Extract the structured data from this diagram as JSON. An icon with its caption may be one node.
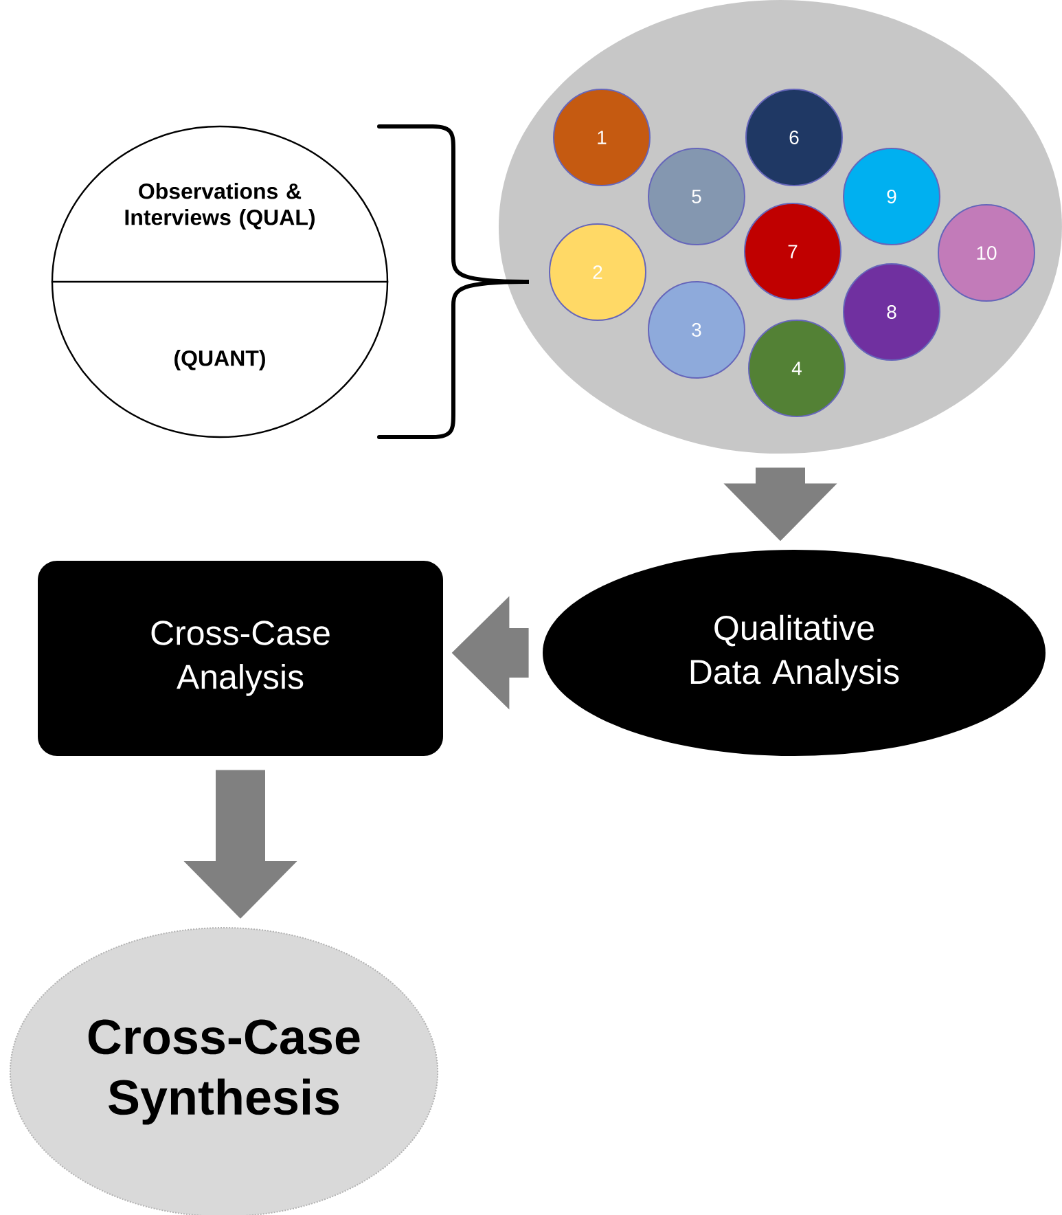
{
  "diagram": {
    "nodes": [
      {
        "text": [
          "Observations & Interviews (QUAL)",
          "(QUANT)"
        ]
      },
      {
        "text": [],
        "shape": "circle"
      },
      {
        "text": [
          "1"
        ],
        "in": 1
      },
      {
        "text": [
          "6"
        ],
        "in": 1
      },
      {
        "text": [
          "5"
        ],
        "in": 1
      },
      {
        "text": [
          "9"
        ],
        "in": 1
      },
      {
        "text": [
          "2"
        ],
        "in": 1
      },
      {
        "text": [
          "7"
        ],
        "in": 1
      },
      {
        "text": [
          "10"
        ],
        "in": 1
      },
      {
        "text": [
          "3"
        ],
        "in": 1
      },
      {
        "text": [
          "8"
        ],
        "in": 1
      },
      {
        "text": [
          "4"
        ],
        "in": 1
      },
      {
        "text": [
          "Qualitative Data Analysis"
        ]
      },
      {
        "text": [
          "Cross-Case Analysis"
        ]
      },
      {
        "text": [
          "Cross-Case Synthesis"
        ]
      }
    ],
    "edges": [
      {
        "from": 1,
        "to": 12,
        "arrow": "to"
      },
      {
        "from": 12,
        "to": 13,
        "arrow": "to"
      },
      {
        "from": 13,
        "to": 14,
        "arrow": "to"
      }
    ]
  }
}
